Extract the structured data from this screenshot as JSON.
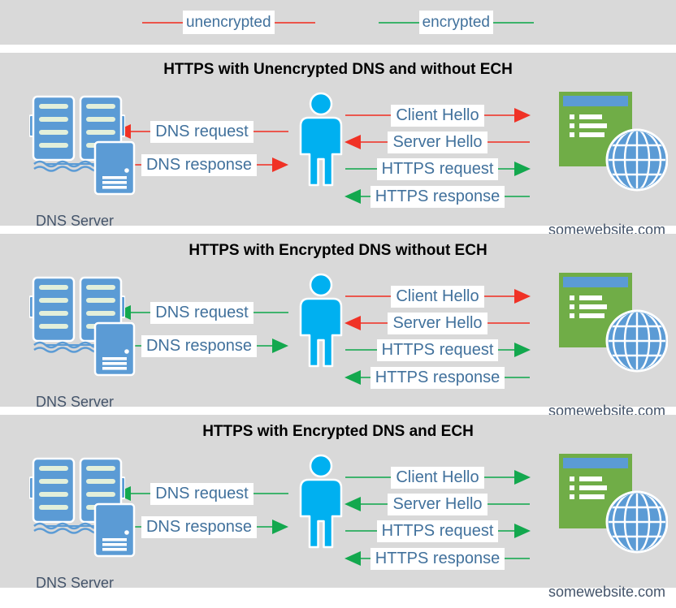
{
  "colors": {
    "panel_bg": "#d9d9d9",
    "label_bg": "#ffffff",
    "label_text": "#41719c",
    "entity_label_text": "#44546a",
    "title_text": "#000000",
    "entity_blue": "#5b9bd5",
    "person_blue": "#00b0f0",
    "website_green": "#70ad47",
    "unencrypted": "#f03226",
    "encrypted": "#13a84e"
  },
  "legend": {
    "unencrypted": {
      "label": "unencrypted",
      "color": "#f03226"
    },
    "encrypted": {
      "label": "encrypted",
      "color": "#13a84e"
    }
  },
  "panels": [
    {
      "title": "HTTPS with Unencrypted DNS and without ECH",
      "dns_server_label": "DNS Server",
      "website_label": "somewebsite.com",
      "arrows": {
        "dns_request": {
          "label": "DNS request",
          "color": "#f03226",
          "direction": "left"
        },
        "dns_response": {
          "label": "DNS response",
          "color": "#f03226",
          "direction": "right"
        },
        "client_hello": {
          "label": "Client Hello",
          "color": "#f03226",
          "direction": "right"
        },
        "server_hello": {
          "label": "Server Hello",
          "color": "#f03226",
          "direction": "left"
        },
        "https_request": {
          "label": "HTTPS request",
          "color": "#13a84e",
          "direction": "right"
        },
        "https_response": {
          "label": "HTTPS response",
          "color": "#13a84e",
          "direction": "left"
        }
      }
    },
    {
      "title": "HTTPS with Encrypted DNS without ECH",
      "dns_server_label": "DNS Server",
      "website_label": "somewebsite.com",
      "arrows": {
        "dns_request": {
          "label": "DNS request",
          "color": "#13a84e",
          "direction": "left"
        },
        "dns_response": {
          "label": "DNS response",
          "color": "#13a84e",
          "direction": "right"
        },
        "client_hello": {
          "label": "Client Hello",
          "color": "#f03226",
          "direction": "right"
        },
        "server_hello": {
          "label": "Server Hello",
          "color": "#f03226",
          "direction": "left"
        },
        "https_request": {
          "label": "HTTPS request",
          "color": "#13a84e",
          "direction": "right"
        },
        "https_response": {
          "label": "HTTPS response",
          "color": "#13a84e",
          "direction": "left"
        }
      }
    },
    {
      "title": "HTTPS with Encrypted DNS and ECH",
      "dns_server_label": "DNS Server",
      "website_label": "somewebsite.com",
      "arrows": {
        "dns_request": {
          "label": "DNS request",
          "color": "#13a84e",
          "direction": "left"
        },
        "dns_response": {
          "label": "DNS response",
          "color": "#13a84e",
          "direction": "right"
        },
        "client_hello": {
          "label": "Client Hello",
          "color": "#13a84e",
          "direction": "right"
        },
        "server_hello": {
          "label": "Server Hello",
          "color": "#13a84e",
          "direction": "left"
        },
        "https_request": {
          "label": "HTTPS request",
          "color": "#13a84e",
          "direction": "right"
        },
        "https_response": {
          "label": "HTTPS response",
          "color": "#13a84e",
          "direction": "left"
        }
      }
    }
  ]
}
